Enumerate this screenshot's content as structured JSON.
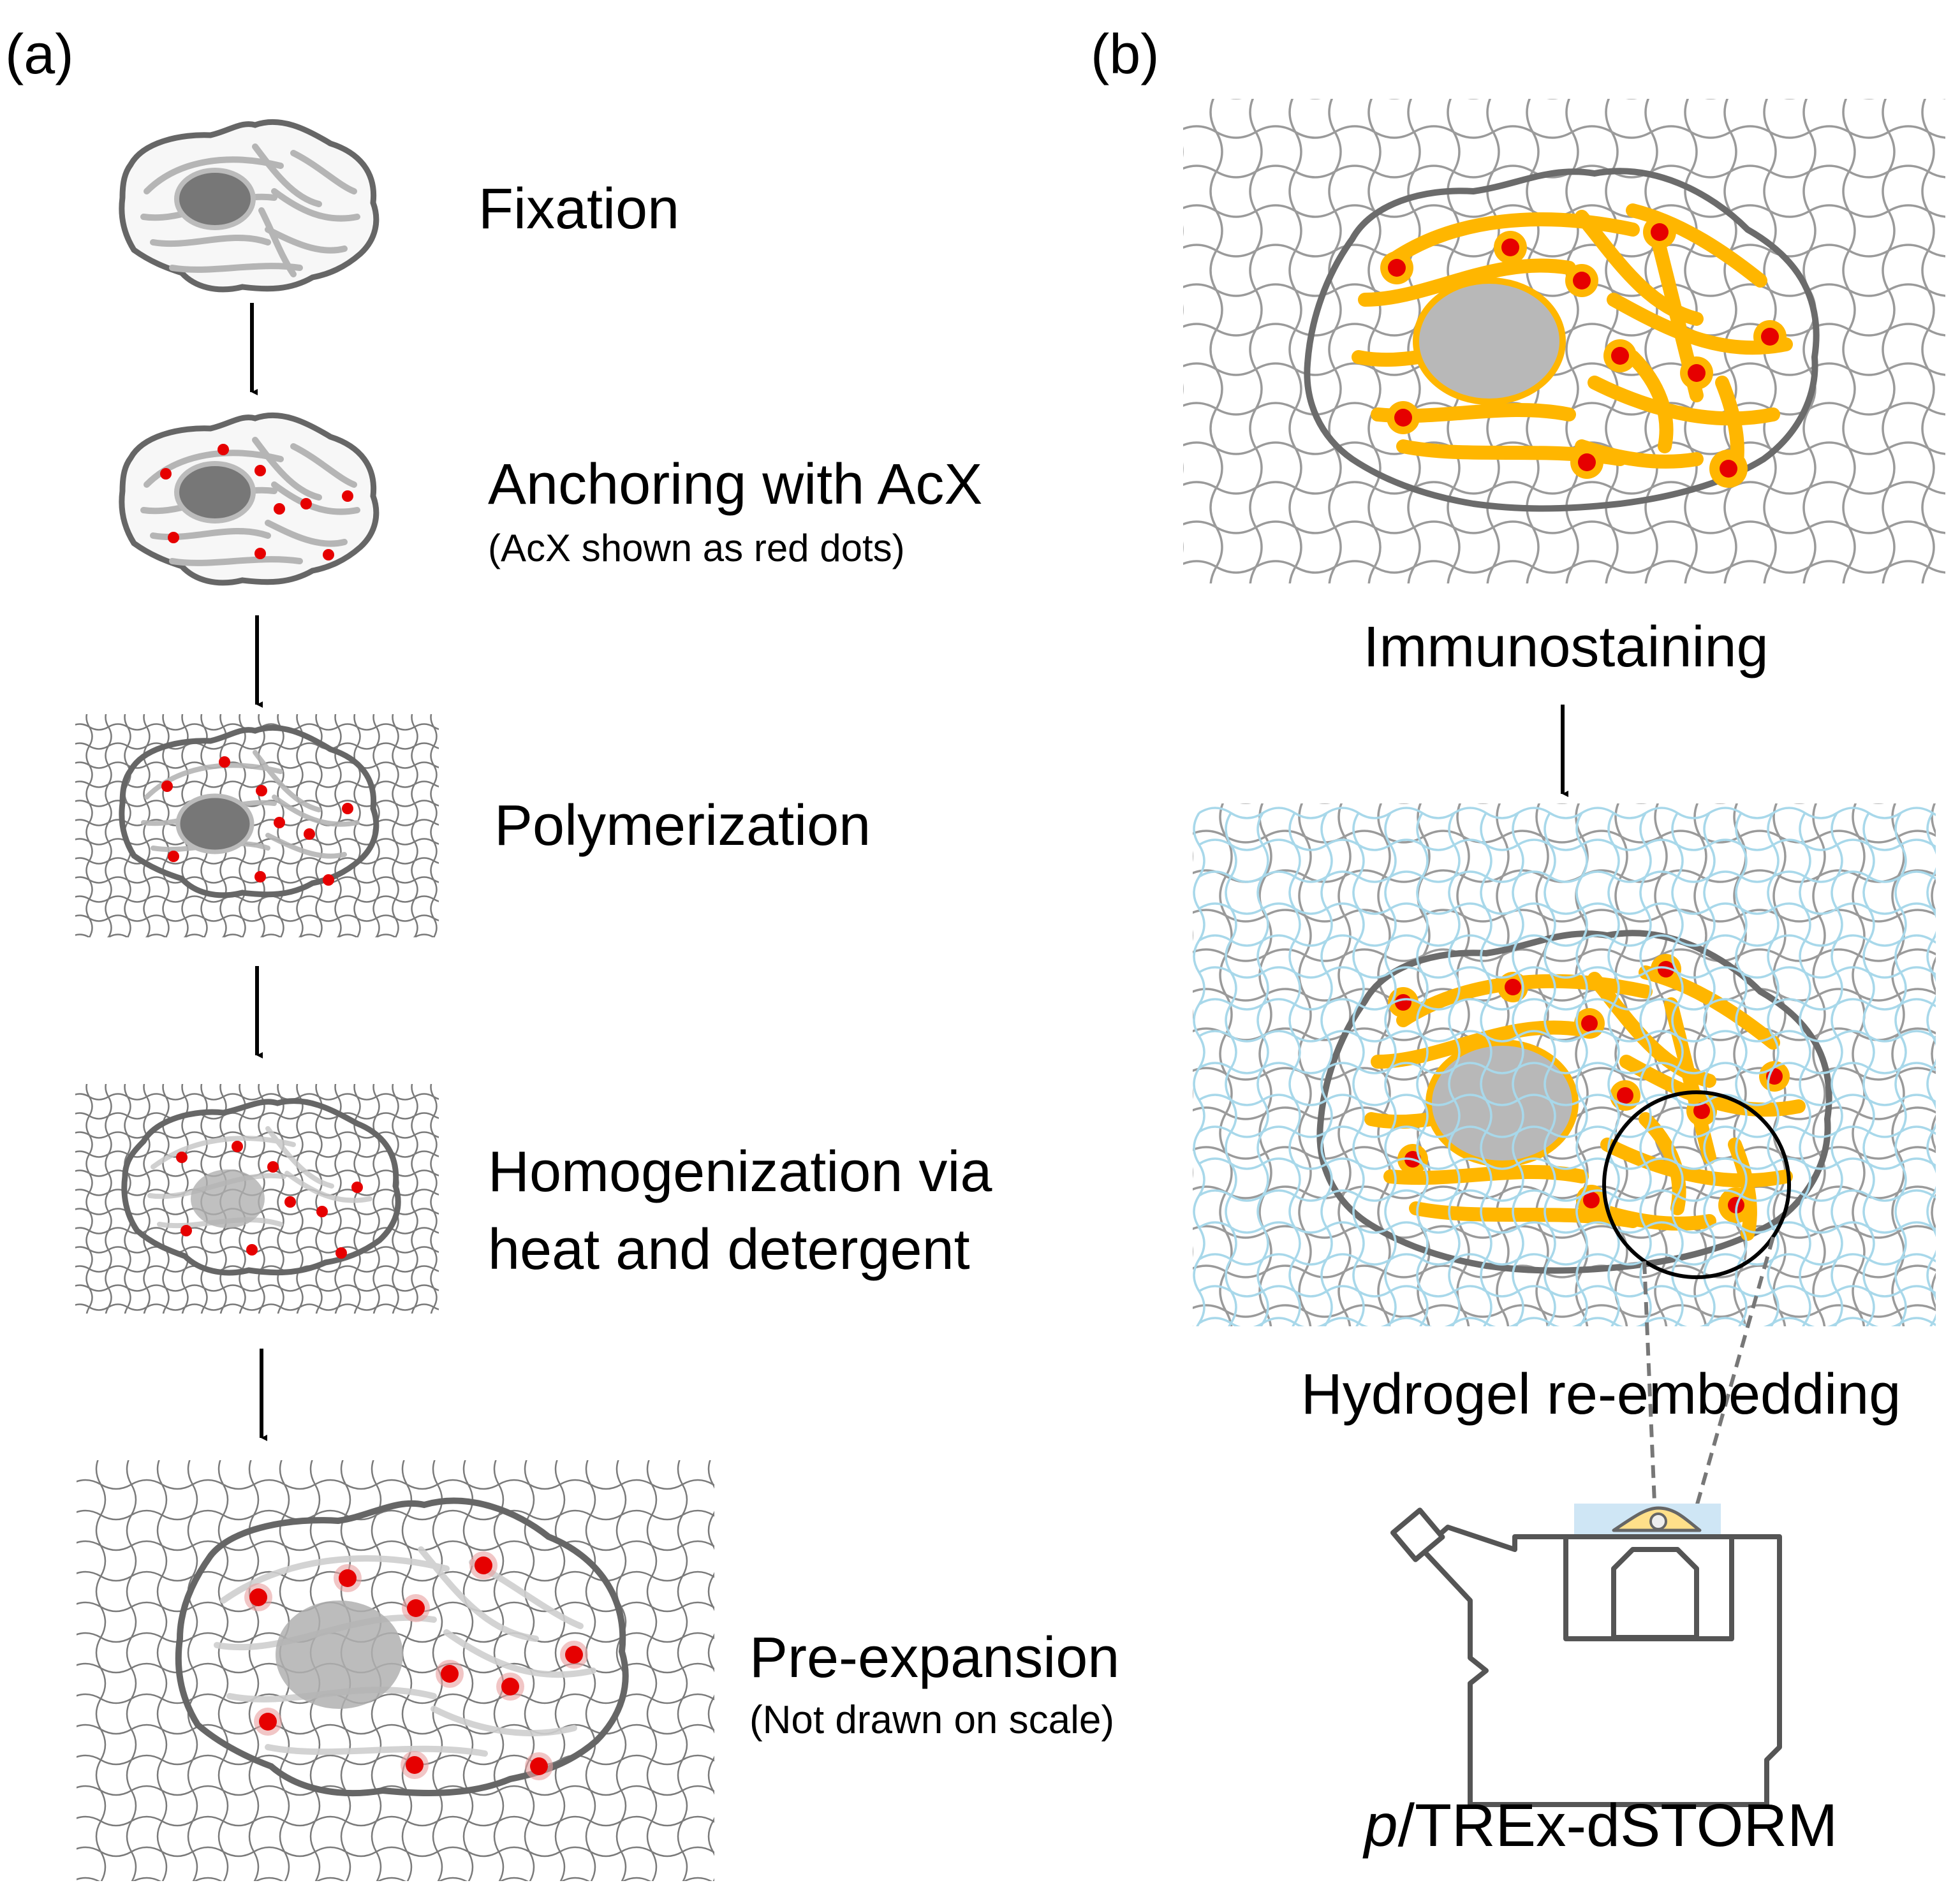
{
  "panel_a": {
    "label": "(a)",
    "steps": [
      {
        "title": "Fixation",
        "note": ""
      },
      {
        "title": "Anchoring with AcX",
        "note": "(AcX shown as red dots)"
      },
      {
        "title": "Polymerization",
        "note": ""
      },
      {
        "title_line1": "Homogenization via",
        "title_line2": "heat and detergent"
      },
      {
        "title": "Pre-expansion",
        "note": "(Not drawn on scale)"
      }
    ]
  },
  "panel_b": {
    "label": "(b)",
    "steps": [
      {
        "title": "Immunostaining"
      },
      {
        "title": "Hydrogel re-embedding"
      }
    ],
    "method": {
      "italic_prefix": "p",
      "suffix": "/TREx-dSTORM"
    }
  },
  "colors": {
    "membrane": "#666666",
    "nucleus": "#777777",
    "filament": "#b3b3b3",
    "gel_gray": "#9a9a9a",
    "gel_blue": "#a8d8ea",
    "anchor_red": "#e60000",
    "antibody_orange": "#ffb600"
  }
}
